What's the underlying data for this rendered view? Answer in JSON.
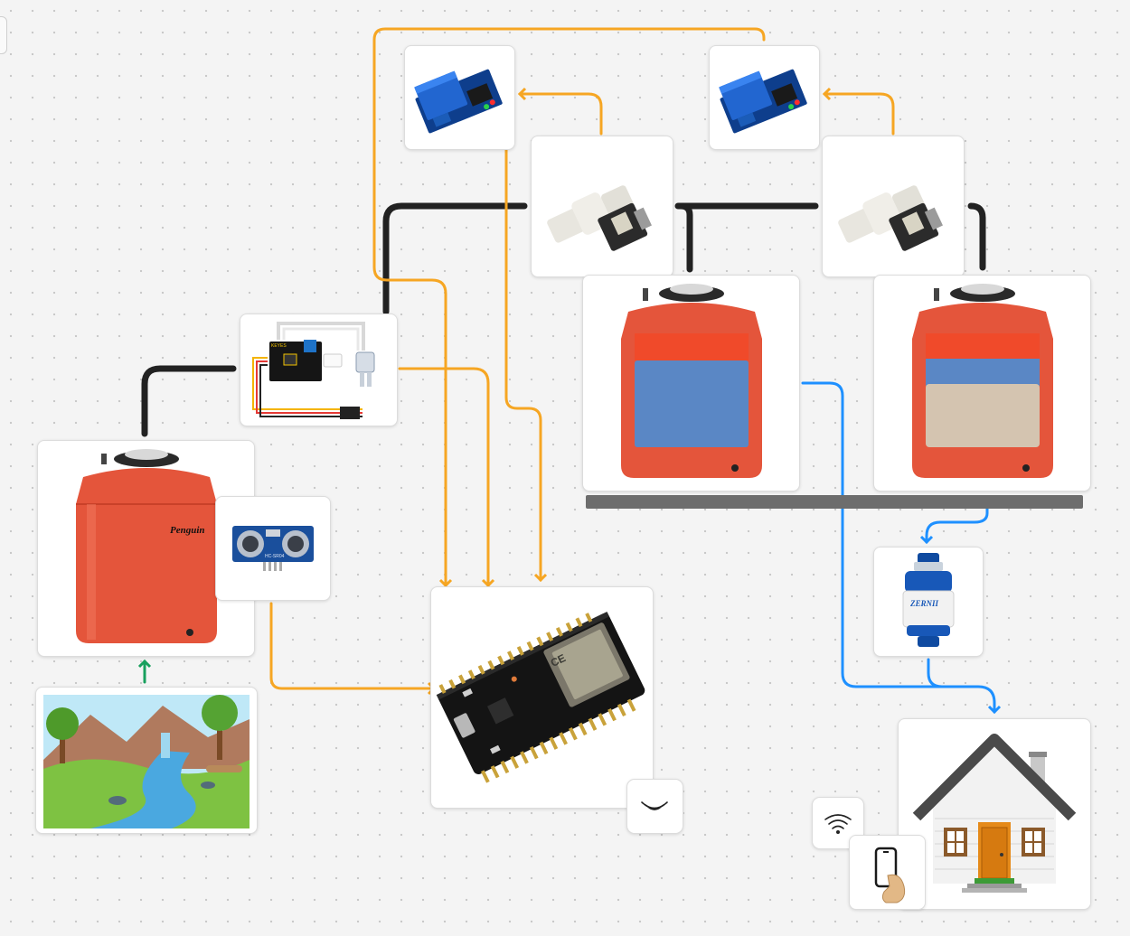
{
  "canvas": {
    "background": "#f4f4f4"
  },
  "colors": {
    "signal_wire": "#f6a623",
    "water_pipe": "#222222",
    "distribution_pipe": "#1e90ff",
    "intake_arrow": "#17a05d",
    "tank_red": "#e4553b",
    "water_blue": "#5a87c5",
    "sediment_beige": "#d4c4b0"
  },
  "labels": {
    "source_tank_brand": "Penguin",
    "filter_brand": "ZERNII",
    "sensor_model": "HC-SR04",
    "module_marking": "CE"
  },
  "icons": [
    "water-tank-icon",
    "ultrasonic-sensor-icon",
    "turbidity-sensor-icon",
    "relay-module-icon",
    "solenoid-valve-icon",
    "esp32-board-icon",
    "water-filter-icon",
    "house-icon",
    "river-landscape-icon",
    "wifi-icon",
    "radio-signal-icon",
    "smartphone-hand-icon"
  ]
}
